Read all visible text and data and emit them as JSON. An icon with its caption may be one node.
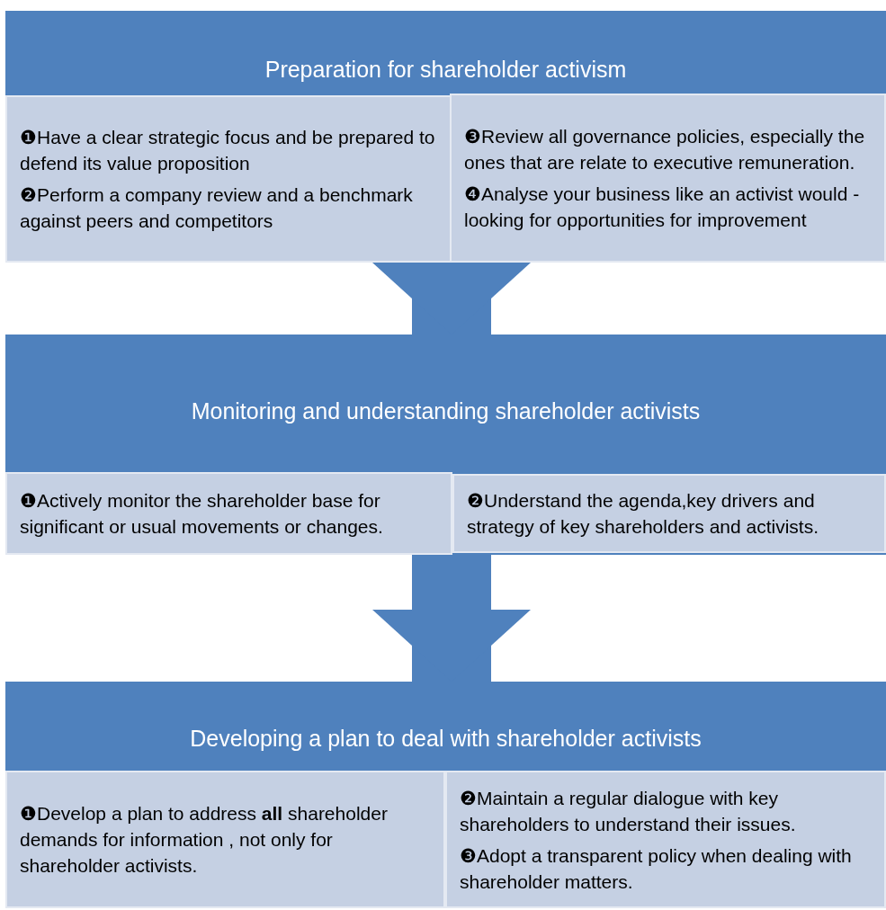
{
  "diagram": {
    "nodes": [
      {
        "text": [
          "Preparation for shareholder activism"
        ]
      },
      {
        "text": [
          "❶Have a clear strategic focus and be prepared to defend its value proposition",
          "❷Perform a company review and a benchmark against peers and competitors"
        ],
        "in": 0
      },
      {
        "text": [
          "❸Review all governance policies, especially the ones that are relate to executive remuneration.",
          "❹Analyse your business like an activist would -looking for opportunities for improvement"
        ],
        "in": 0
      },
      {
        "text": [
          "Monitoring and understanding shareholder activists"
        ]
      },
      {
        "text": [
          "❶Actively monitor the shareholder base for significant or usual movements or changes."
        ],
        "in": 3
      },
      {
        "text": [
          "❷Understand the agenda,key drivers and strategy of key shareholders and activists."
        ],
        "in": 3
      },
      {
        "text": [
          "Developing a plan to deal with shareholder activists"
        ]
      },
      {
        "text": [
          "❶Develop a plan to address **all** shareholder demands for information , not only for shareholder activists."
        ],
        "in": 6
      },
      {
        "text": [
          "❷Maintain a regular dialogue with key shareholders to understand their issues.",
          "❸Adopt a transparent policy when dealing with shareholder matters."
        ],
        "in": 6
      }
    ],
    "edges": [
      {
        "from": 0,
        "to": 3,
        "arrow": "to"
      },
      {
        "from": 3,
        "to": 6,
        "arrow": "to"
      }
    ]
  }
}
